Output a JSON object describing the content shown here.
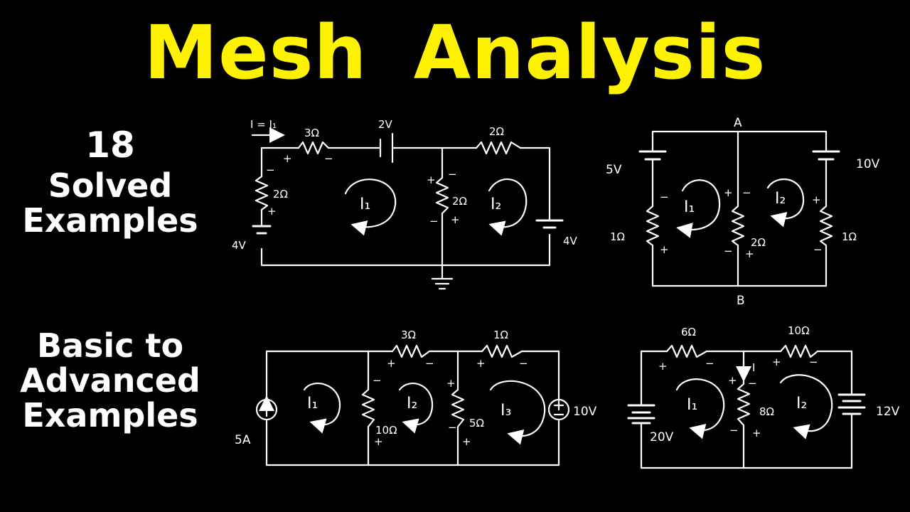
{
  "title": "Mesh Analysis",
  "side_top": {
    "count": "18",
    "line1": "Solved",
    "line2": "Examples"
  },
  "side_bottom": {
    "line1": "Basic to",
    "line2": "Advanced",
    "line3": "Examples"
  },
  "circuit1": {
    "current_label": "I = I₁",
    "r_top": "3Ω",
    "v_top": "2V",
    "r_top_right": "2Ω",
    "r_left": "2Ω",
    "v_left": "4V",
    "r_mid": "2Ω",
    "v_right": "4V",
    "mesh1": "I₁",
    "mesh2": "I₂"
  },
  "circuit2": {
    "node_a": "A",
    "node_b": "B",
    "v_left": "5V",
    "v_right": "10V",
    "r_left": "1Ω",
    "r_mid": "2Ω",
    "r_right": "1Ω",
    "mesh1": "I₁",
    "mesh2": "I₂"
  },
  "circuit3": {
    "source_current": "5A",
    "r_top1": "3Ω",
    "r_top2": "1Ω",
    "r_mid1": "10Ω",
    "r_mid2": "5Ω",
    "v_right": "10V",
    "mesh1": "I₁",
    "mesh2": "I₂",
    "mesh3": "I₃"
  },
  "circuit4": {
    "r_top1": "6Ω",
    "r_top2": "10Ω",
    "r_mid": "8Ω",
    "v_left": "20V",
    "v_right": "12V",
    "branch_current": "I",
    "mesh1": "I₁",
    "mesh2": "I₂"
  }
}
